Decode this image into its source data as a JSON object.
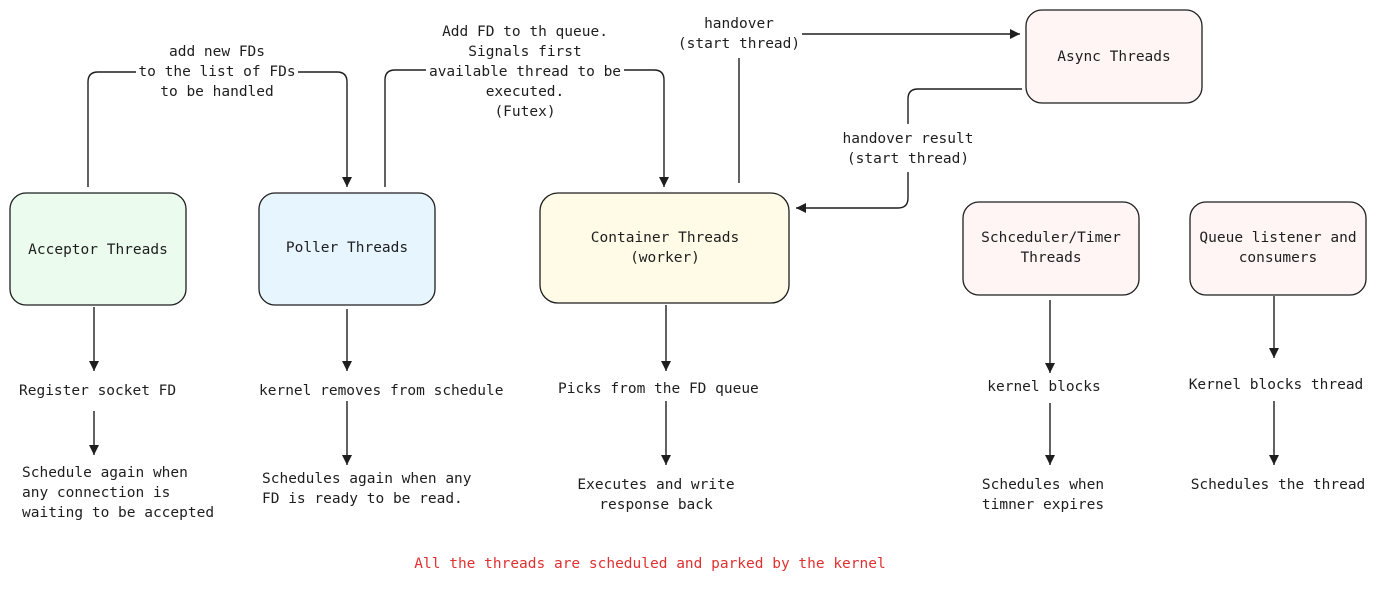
{
  "colors": {
    "green_fill": "#ebfbee",
    "blue_fill": "#e7f5ff",
    "yellow_fill": "#fffbe6",
    "pink_fill": "#fff5f5",
    "note": "#e03131"
  },
  "nodes": {
    "acceptor": {
      "lines": [
        "Acceptor Threads"
      ]
    },
    "poller": {
      "lines": [
        "Poller Threads"
      ]
    },
    "container": {
      "lines": [
        "Container Threads",
        "(worker)"
      ]
    },
    "async": {
      "lines": [
        "Async Threads"
      ]
    },
    "scheduler": {
      "lines": [
        "Schceduler/Timer",
        "Threads"
      ]
    },
    "queue": {
      "lines": [
        "Queue listener and",
        "consumers"
      ]
    }
  },
  "texts": {
    "acceptor_step1": [
      "Register socket FD"
    ],
    "acceptor_step2": [
      "Schedule again when",
      "any connection is",
      "waiting to be accepted"
    ],
    "poller_step1": [
      "kernel removes from schedule"
    ],
    "poller_step2": [
      "Schedules again when any",
      "FD is ready to be read."
    ],
    "container_step1": [
      "Picks from the FD queue"
    ],
    "container_step2": [
      "Executes and write",
      "response back"
    ],
    "scheduler_step1": [
      "kernel blocks"
    ],
    "scheduler_step2": [
      "Schedules when",
      "timner expires"
    ],
    "queue_step1": [
      "Kernel blocks thread"
    ],
    "queue_step2": [
      "Schedules the thread"
    ]
  },
  "edges": {
    "acceptor_to_poller": [
      "add new FDs",
      "to the list of FDs",
      "to be handled"
    ],
    "poller_to_container": [
      "Add FD to th queue.",
      "Signals first",
      "available thread to be",
      "executed.",
      "(Futex)"
    ],
    "container_to_async": [
      "handover",
      "(start thread)"
    ],
    "async_to_container": [
      "handover result",
      "(start thread)"
    ]
  },
  "footer": {
    "note": "All the threads are scheduled and parked by the kernel"
  }
}
